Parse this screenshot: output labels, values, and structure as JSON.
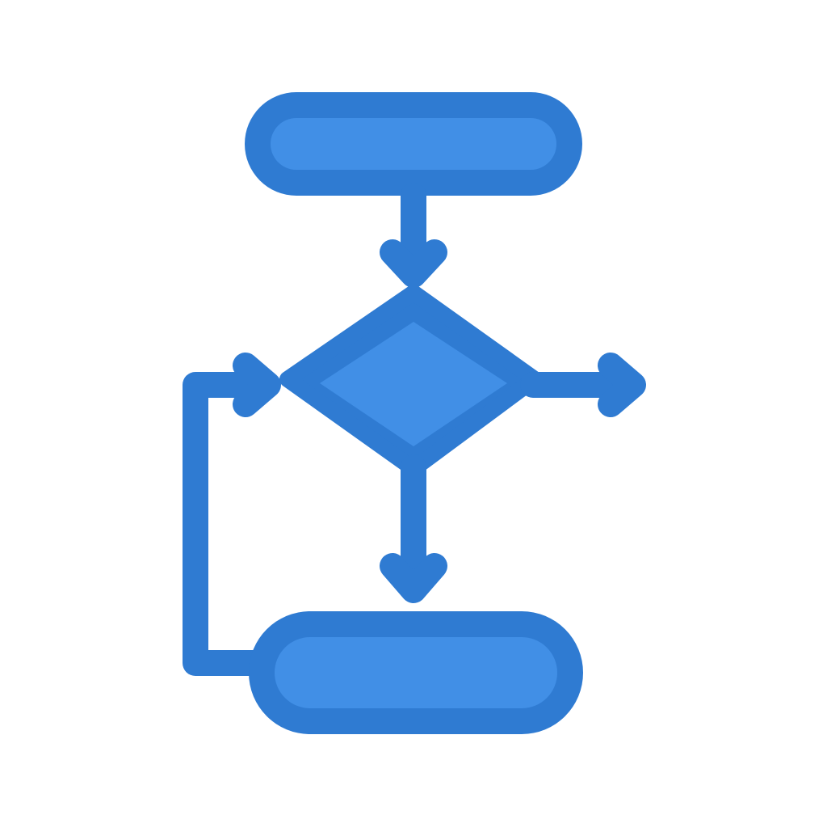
{
  "icon": {
    "name": "flowchart-icon",
    "colors": {
      "stroke": "#2F7BD2",
      "fill": "#418FE6",
      "background": "#FFFFFF"
    },
    "shapes": [
      {
        "name": "start-terminator",
        "kind": "rounded-rectangle"
      },
      {
        "name": "decision-diamond",
        "kind": "diamond"
      },
      {
        "name": "end-terminator",
        "kind": "rounded-rectangle"
      }
    ],
    "connectors": [
      {
        "name": "arrow-start-to-decision",
        "direction": "down"
      },
      {
        "name": "arrow-decision-right",
        "direction": "right"
      },
      {
        "name": "arrow-decision-to-end",
        "direction": "down"
      },
      {
        "name": "loop-arrow-end-to-decision",
        "direction": "right"
      }
    ]
  }
}
